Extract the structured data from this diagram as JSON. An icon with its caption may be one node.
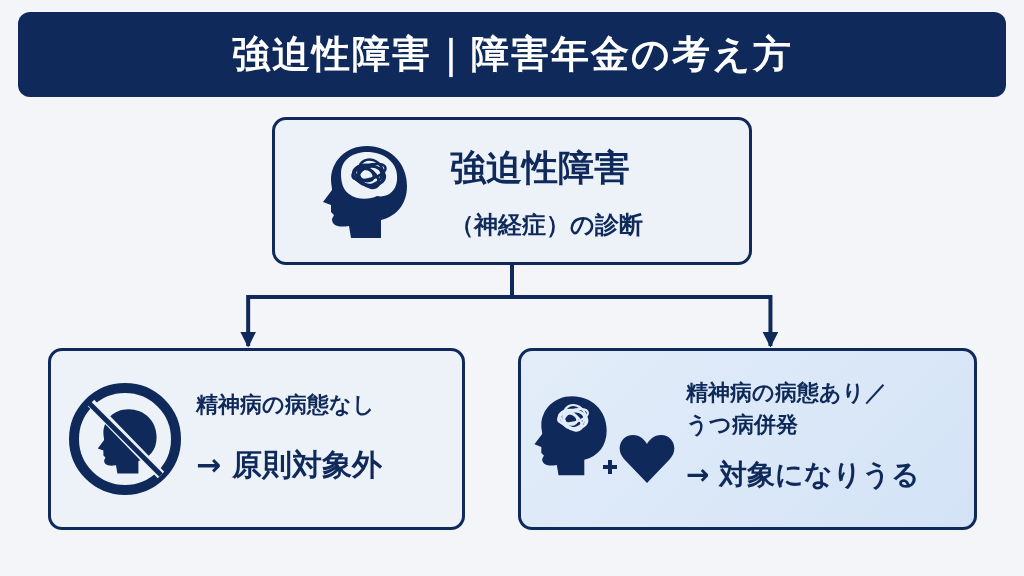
{
  "diagram": {
    "title": "強迫性障害｜障害年金の考え方",
    "nodes": [
      {
        "text": [
          "強迫性障害",
          "（神経症）の診断"
        ]
      },
      {
        "text": [
          "精神病の病態なし",
          "→ 原則対象外"
        ]
      },
      {
        "text": [
          "精神病の病態あり／うつ病併発",
          "→ 対象になりうる"
        ]
      }
    ],
    "edges": [
      {
        "from": 0,
        "to": 1,
        "arrow": "to"
      },
      {
        "from": 0,
        "to": 2,
        "arrow": "to"
      }
    ]
  }
}
